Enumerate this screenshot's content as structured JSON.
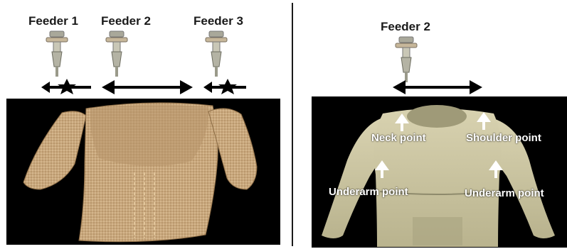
{
  "left_panel": {
    "feeders": [
      "Feeder 1",
      "Feeder 2",
      "Feeder 3"
    ]
  },
  "right_panel": {
    "feeder": "Feeder 2",
    "labels": {
      "neck": "Neck point",
      "shoulder": "Shoulder point",
      "underarm_left": "Underarm point",
      "underarm_right": "Underarm point"
    }
  },
  "colors": {
    "background": "#ffffff",
    "panel": "#000000",
    "knit_fabric": "#c8a77d",
    "garment_render": "#c9c3a0",
    "arrow": "#000000",
    "label_text": "#ffffff"
  },
  "icons": [
    "feeder-icon",
    "double-arrow-icon",
    "star-arrow-icon",
    "up-arrow-icon"
  ]
}
